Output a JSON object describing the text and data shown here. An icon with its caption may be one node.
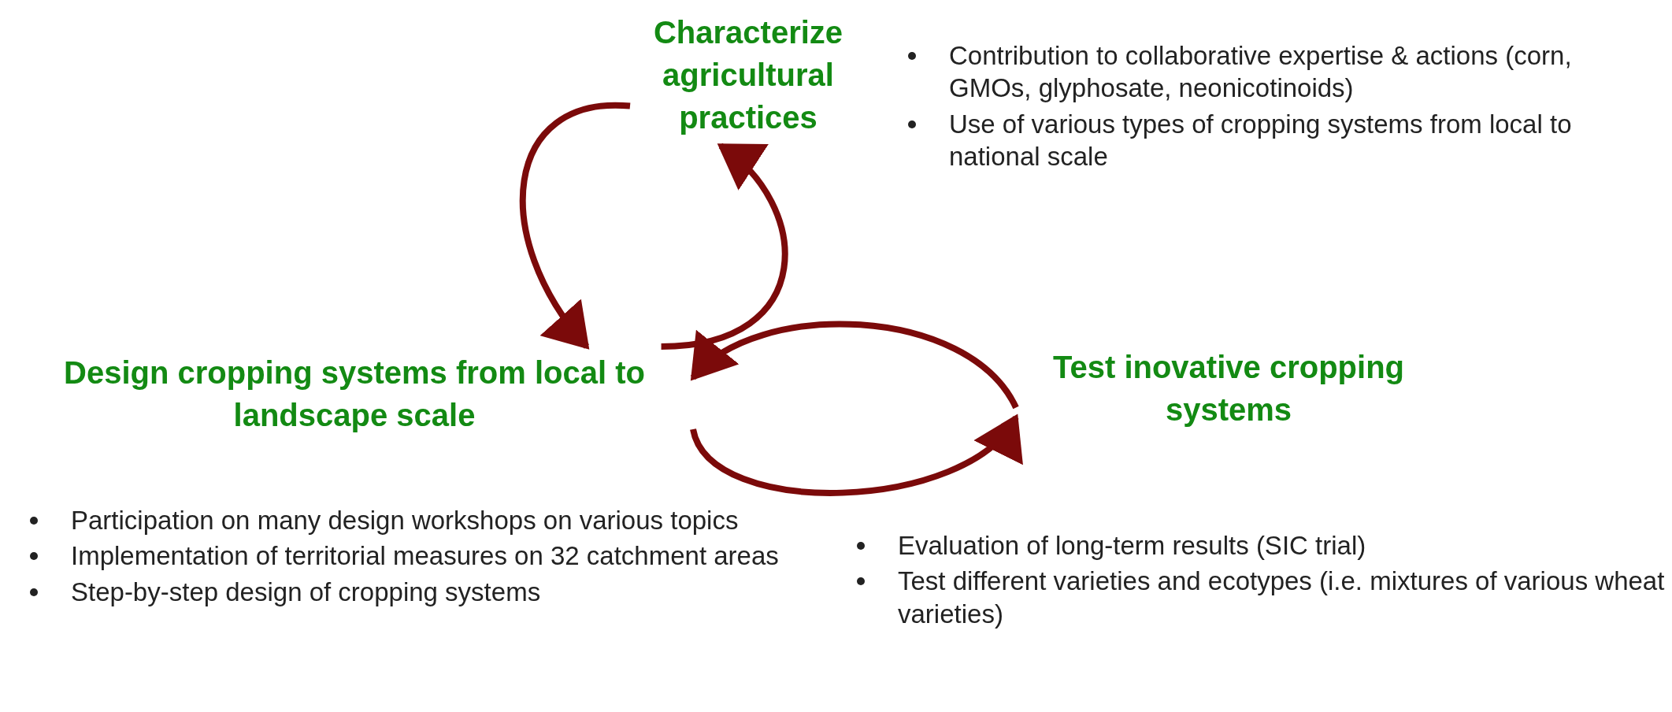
{
  "diagram": {
    "nodes": [
      {
        "text": [
          "Characterize agricultural practices"
        ]
      },
      {
        "text": [
          "Design cropping systems from local to landscape scale"
        ]
      },
      {
        "text": [
          "Test inovative cropping systems"
        ]
      }
    ],
    "edges": [
      {
        "from": 0,
        "to": 1,
        "arrow": "to"
      },
      {
        "from": 1,
        "to": 0,
        "arrow": "to"
      },
      {
        "from": 2,
        "to": 1,
        "arrow": "to"
      },
      {
        "from": 1,
        "to": 2,
        "arrow": "to"
      }
    ],
    "labels": [
      "Contribution to collaborative expertise & actions (corn, GMOs, glyphosate, neonicotinoids)",
      "Use of various types of cropping systems from local to national scale",
      "Participation on many design workshops on various topics",
      "Implementation of territorial measures on 32 catchment areas",
      "Step-by-step design of cropping systems",
      "Evaluation of long-term results (SIC trial)",
      "Test different varieties and ecotypes (i.e. mixtures of various wheat varieties)"
    ]
  }
}
